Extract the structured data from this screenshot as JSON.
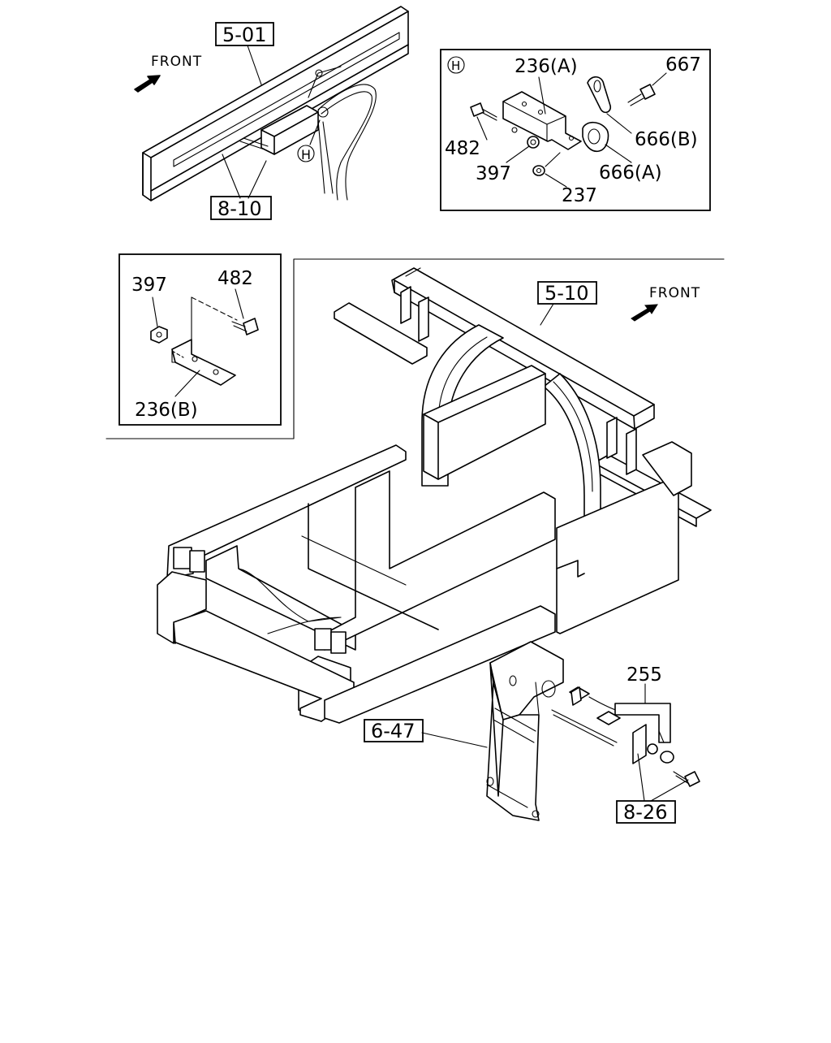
{
  "diagram": {
    "ref_labels": {
      "frame_top": "5-01",
      "frame_main": "5-10",
      "harness_top": "8-10",
      "harness_bottom": "8-26",
      "bracket_bottom": "6-47"
    },
    "part_labels": {
      "bracket_a": "236(A)",
      "bracket_b": "236(B)",
      "clip_a": "666(A)",
      "clip_b": "666(B)",
      "bolt_667": "667",
      "bolt_482": "482",
      "nut_397": "397",
      "nut_237": "237",
      "sensor_255": "255"
    },
    "detail_marker": "H",
    "front_label": "FRONT"
  }
}
